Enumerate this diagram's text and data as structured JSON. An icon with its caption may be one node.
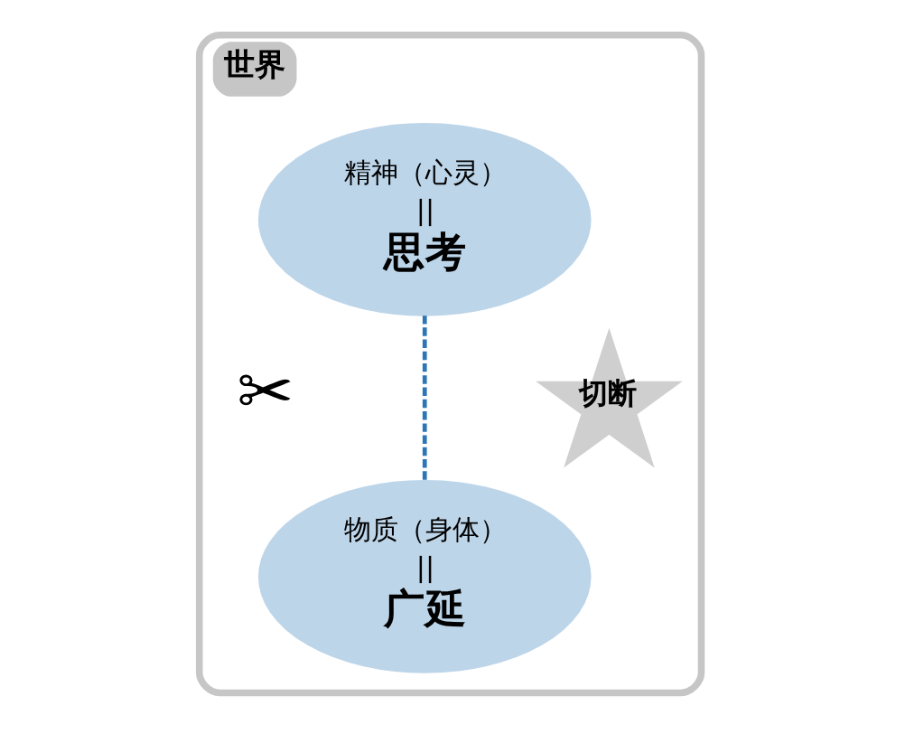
{
  "diagram": {
    "nodes": [
      {
        "text": [
          "世界"
        ]
      },
      {
        "text": [
          "精神（心灵）",
          "||",
          "思考"
        ],
        "in": 0
      },
      {
        "text": [
          "物质（身体）",
          "||",
          "广延"
        ],
        "in": 0
      },
      {
        "text": [
          "切断"
        ],
        "in": 0
      }
    ],
    "edges": [
      {
        "from": 1,
        "to": 2,
        "arrow": "none",
        "style": "dashed",
        "color": "#2e75b6"
      }
    ],
    "labels": [
      "✂"
    ]
  }
}
